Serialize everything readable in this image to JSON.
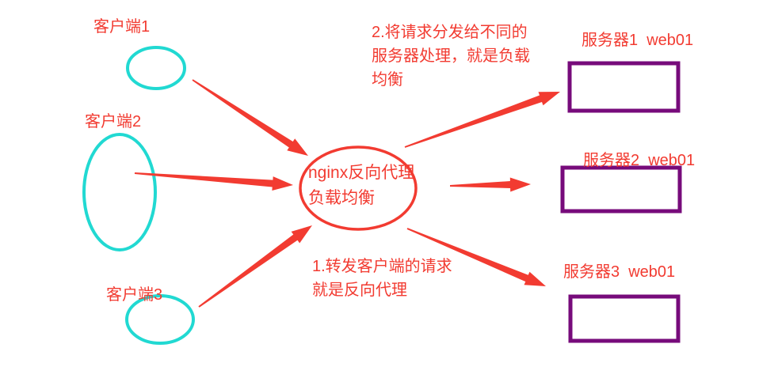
{
  "colors": {
    "red": "#F23B31",
    "cyan": "#21D9D2",
    "purple": "#770B7B",
    "background": "#FFFFFF"
  },
  "clients": [
    {
      "id": "client1",
      "label": "客户端1"
    },
    {
      "id": "client2",
      "label": "客户端2"
    },
    {
      "id": "client3",
      "label": "客户端3"
    }
  ],
  "proxy": {
    "id": "nginx",
    "label": "nginx反向代理\n负载均衡"
  },
  "servers": [
    {
      "id": "server1",
      "label": "服务器1  web01"
    },
    {
      "id": "server2",
      "label": "服务器2  web01"
    },
    {
      "id": "server3",
      "label": "服务器3  web01"
    }
  ],
  "annotations": [
    {
      "id": "note-load-balance",
      "text": "2.将请求分发给不同的\n服务器处理，就是负载\n均衡"
    },
    {
      "id": "note-reverse-proxy",
      "text": "1.转发客户端的请求\n就是反向代理"
    }
  ],
  "edges": [
    {
      "from": "client1",
      "to": "nginx"
    },
    {
      "from": "client2",
      "to": "nginx"
    },
    {
      "from": "client3",
      "to": "nginx"
    },
    {
      "from": "nginx",
      "to": "server1"
    },
    {
      "from": "nginx",
      "to": "server2"
    },
    {
      "from": "nginx",
      "to": "server3"
    }
  ]
}
